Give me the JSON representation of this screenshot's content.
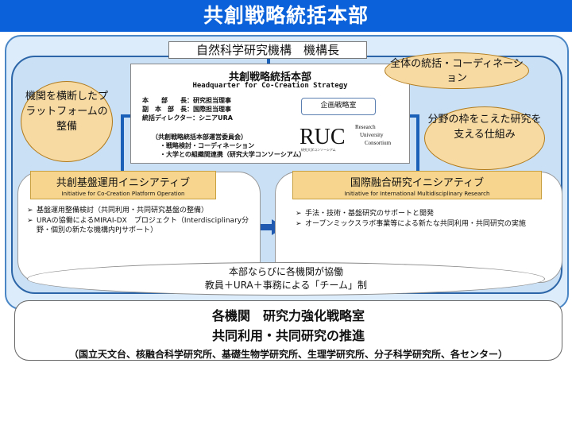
{
  "title": "共創戦略統括本部",
  "director": "自然科学研究機構　機構長",
  "hq": {
    "title": "共創戦略統括本部",
    "subtitle": "Headquarter for Co-Creation Strategy",
    "lines": [
      "本　　部　　長：研究担当理事",
      "副　本　部　長：国際担当理事",
      "統括ディレクター：シニアURA"
    ],
    "committee_lines": [
      "（共創戦略統括本部運営委員会）",
      "・戦略検討・コーディネーション",
      "・大学との組織間連携（研究大学コンソーシアム）"
    ],
    "planning_office": "企画戦略室",
    "logo": {
      "mark": "RUC",
      "words": [
        "Research",
        "University",
        "Consortium"
      ],
      "tagline": "研究大学コンソーシアム"
    }
  },
  "bubbles": {
    "overall": "全体の統括・コーディネーション",
    "platform": "機関を横断したプラットフォームの整備",
    "framework": "分野の枠をこえた研究を支える仕組み"
  },
  "left_initiative": {
    "title_jp": "共創基盤運用イニシアティブ",
    "title_en": "Initiative for Co-Creation Platform Operation",
    "bullets": [
      "基盤運用整備検討（共同利用・共同研究基盤の整備）",
      "URAの協働によるMIRAI-DX　プロジェクト（Interdisciplinary分野・個別の新たな機構内PJサポート）"
    ]
  },
  "right_initiative": {
    "title_jp": "国際融合研究イニシアティブ",
    "title_en": "Initiative for International Multidisciplinary Research",
    "bullets": [
      "手法・技術・基盤研究のサポートと開発",
      "オープンミックスラボ事業等による新たな共同利用・共同研究の実施"
    ]
  },
  "team": {
    "line1": "本部ならびに各機関が協働",
    "line2": "教員＋URA＋事務による「チーム」制"
  },
  "bottom": {
    "line1": "各機関　研究力強化戦略室",
    "line2": "共同利用・共同研究の推進",
    "line3": "（国立天文台、核融合科学研究所、基礎生物学研究所、生理学研究所、分子科学研究所、各センター）"
  },
  "bullet_mark": "➢",
  "colors": {
    "title_bar": "#0a61d9",
    "connector": "#1a5fb8",
    "bubble_fill": "#f7d9a2",
    "initiative_head": "#f7d58e",
    "outer_panel": "#dcecfa",
    "inner_panel": "#c9e0f5"
  }
}
